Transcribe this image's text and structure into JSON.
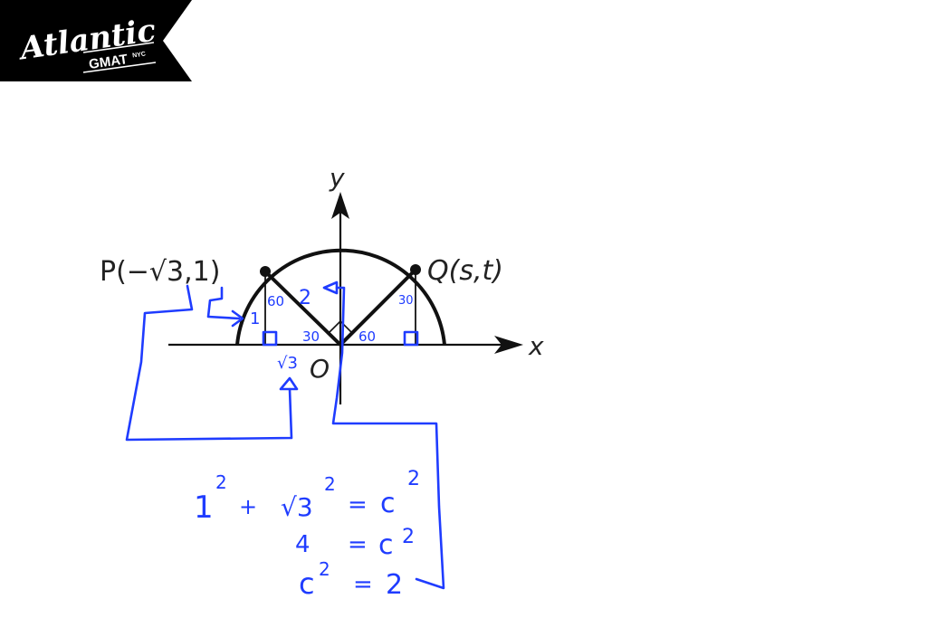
{
  "logo": {
    "brand": "Atlantic",
    "sub": "GMAT",
    "city": "NYC",
    "bg_color": "#000000",
    "text_color": "#ffffff"
  },
  "diagram": {
    "axes": {
      "x_label": "x",
      "y_label": "y",
      "origin_label": "O"
    },
    "points": {
      "P": {
        "label": "P(−√3,1)"
      },
      "Q": {
        "label": "Q(s,t)"
      }
    },
    "colors": {
      "figure": "#111111",
      "annotation": "#1f3cff"
    }
  },
  "annotations": {
    "left_triangle": {
      "angle_top": "60",
      "angle_origin": "30",
      "opposite": "1",
      "hypotenuse": "2",
      "adjacent": "√3"
    },
    "right_triangle": {
      "angle_top": "30",
      "angle_origin": "60"
    },
    "equations": [
      {
        "lhs_a": "1",
        "exp_a": "2",
        "plus": "+",
        "lhs_b": "√3",
        "exp_b": "2",
        "eq": "=",
        "rhs": "c",
        "exp_rhs": "2"
      },
      {
        "lhs": "4",
        "eq": "=",
        "rhs": "c",
        "exp_rhs": "2"
      },
      {
        "lhs": "c",
        "exp_lhs": "2",
        "eq": "=",
        "rhs": "2"
      }
    ]
  }
}
